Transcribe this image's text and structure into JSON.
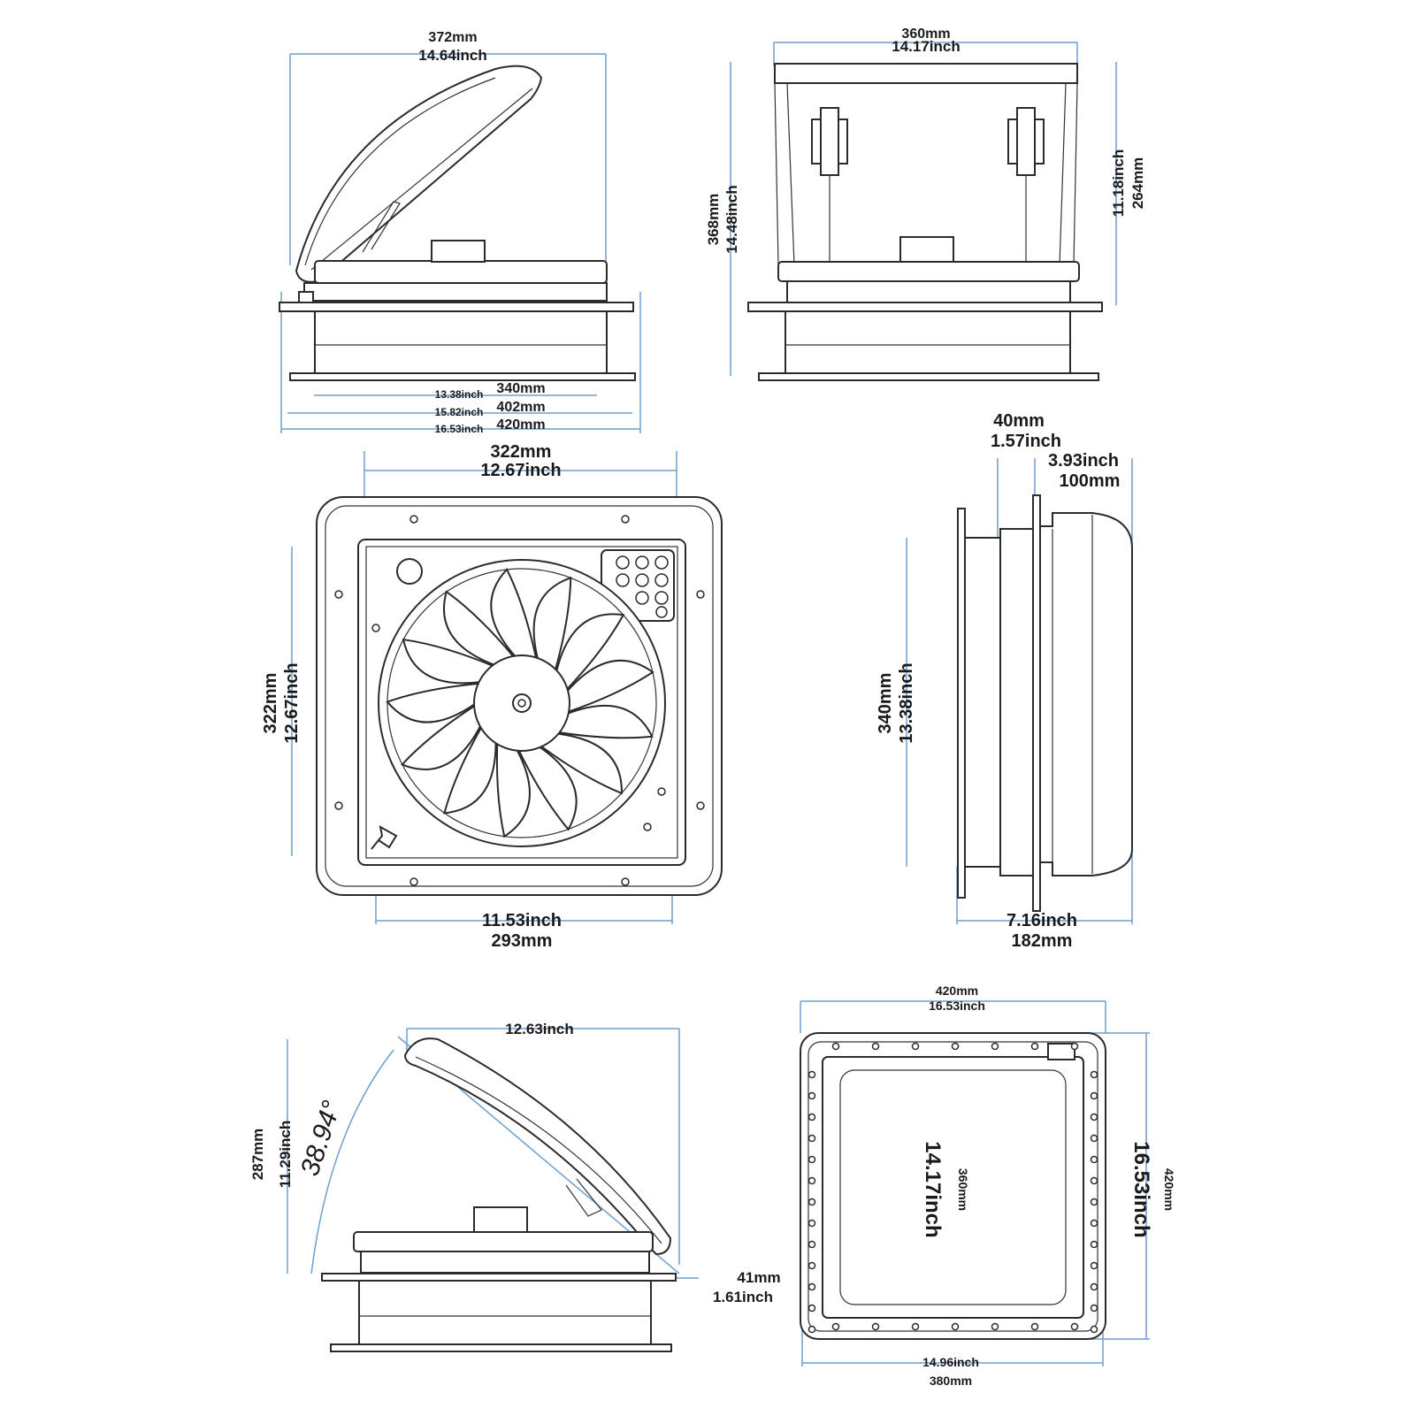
{
  "colors": {
    "line": "#2b2b2b",
    "dimension": "#6f9fcf",
    "text": "#1a1a1a",
    "background": "#ffffff"
  },
  "views": {
    "side_top_left": {
      "width_mm": "372mm",
      "width_in": "14.64inch",
      "b1_in": "13.38inch",
      "b1_mm": "340mm",
      "b2_in": "15.82inch",
      "b2_mm": "402mm",
      "b3_in": "16.53inch",
      "b3_mm": "420mm"
    },
    "front_top_right": {
      "width_mm": "360mm",
      "width_in": "14.17inch",
      "left_mm": "368mm",
      "left_in": "14.48inch",
      "right_in": "11.18inch",
      "right_mm": "264mm"
    },
    "bottom_middle": {
      "top_mm": "322mm",
      "top_in": "12.67inch",
      "left_mm": "322mm",
      "left_in": "12.67inch",
      "bottom_in": "11.53inch",
      "bottom_mm": "293mm"
    },
    "side_middle_right": {
      "flange_mm": "40mm",
      "flange_in": "1.57inch",
      "depth_in": "3.93inch",
      "depth_mm": "100mm",
      "height_mm": "340mm",
      "height_in": "13.38inch",
      "total_in": "7.16inch",
      "total_mm": "182mm"
    },
    "open_bottom_left": {
      "width_in": "12.63inch",
      "height_mm": "287mm",
      "height_in": "11.29inch",
      "angle": "38.94°",
      "flange_mm": "41mm",
      "flange_in": "1.61inch"
    },
    "top_bottom_right": {
      "width_mm": "420mm",
      "width_in": "16.53inch",
      "inner_in": "14.17inch",
      "inner_mm": "360mm",
      "right_in": "16.53inch",
      "right_mm": "420mm",
      "bottom_in": "14.96inch",
      "bottom_mm": "380mm"
    }
  }
}
